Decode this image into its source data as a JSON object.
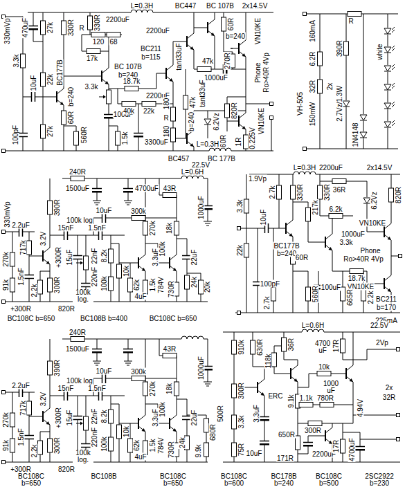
{
  "diagram": {
    "labels": [
      "330mVp",
      "3.3k",
      "470uF",
      "10uF",
      "27k",
      "22k",
      "27k",
      "100pF",
      "BC177B",
      "b=240",
      "330R",
      "60R",
      "560R",
      "330R",
      "2200uF",
      "R",
      "120",
      "68",
      "17k",
      "BC 107B",
      "b=240",
      "3.3k",
      "100uF",
      "1.5k",
      "3300uF",
      "L=0.3H",
      "2200uF",
      "BC447",
      "BC 107B",
      "2x14.5V",
      "tant33uF",
      "b=240",
      "60R",
      "47k",
      "270R",
      "VN10KE",
      "Phone",
      "Ro>40R 4Vp",
      "BC211",
      "b=115",
      "18.7k",
      "2200uF",
      "40k",
      "22k",
      "1000uF",
      "47k",
      "180",
      "R",
      "180",
      "tant33uF",
      "6.2Vz",
      "820R",
      "VN10KE",
      "b=240",
      "60R",
      "1R",
      "0.225V",
      "L=0.3H",
      "BC457",
      "BC 177B",
      "R",
      "160mA",
      "390R",
      "white",
      "6.2R",
      "32R",
      "2x",
      "2.7Vz/1.3W",
      "150mW",
      "1N4148",
      "VH-505",
      "240R",
      "1500uF",
      "4700uF",
      "L=0.6H",
      "22.5V",
      "43R",
      "1000uF",
      "330mVp",
      "2.2uF",
      "390R",
      "10uF",
      "300k",
      "100k log",
      "15nF",
      "1.5nF",
      "270k",
      "270k",
      "717k",
      "3.2V",
      "+300R",
      "15uF",
      "18k",
      "1.5nF",
      "2.2k",
      "22nF",
      "220nF",
      "8.2k",
      "10k",
      "100k",
      "100k log.",
      "3.3uF",
      "100k",
      "62k",
      "4uF",
      "1.5k",
      "24k",
      "22uF",
      "784V",
      "730R",
      "20k",
      "91k",
      "300R",
      "+300R",
      "820R",
      "BC108C b=650",
      "BC108B b=400",
      "BC108C b=650",
      "L=0.3H",
      "2200uF",
      "2x14.5V",
      "1.9Vp",
      "2.7k",
      "330R",
      "330R",
      "36R",
      "217k",
      "6.2Vz",
      "820R",
      "6.2k",
      "1000uF",
      "VN10KE",
      "3.3k",
      "10uF",
      "BC177B",
      "b=240",
      "Phone",
      "Ro>40R 4Vp",
      "3.3k",
      "18.7k",
      "22k",
      "60R",
      "100pF",
      "100uF",
      "VN10KE",
      "2.7k",
      "560R",
      "665R",
      "2.2k",
      "BC211",
      "b=170",
      "225mA",
      "240R",
      "1500uF",
      "10uF",
      "300k",
      "43R",
      "1000uF",
      "2.2uF",
      "390R",
      "100k log",
      "15nF",
      "1.5nF",
      "270k",
      "270k",
      "717k",
      "3.2V",
      "+300R",
      "15uF",
      "18k",
      "1.5nF",
      "2.2k",
      "22nF",
      "220nF",
      "8.2k",
      "10k",
      "100k",
      "100k log.",
      "3.3uF",
      "100k",
      "62k",
      "4uF",
      "1.5k",
      "24k",
      "22uF",
      "784V",
      "730R",
      "9.9k",
      "680R",
      "500R",
      "91k",
      "300R",
      "+300R",
      "820R",
      "BC108C",
      "b=650",
      "BC108B",
      "BC108C",
      "b=650",
      "22.5V",
      "910k",
      "630R",
      "36R",
      "L=0.6H",
      "4700 uF",
      "17R",
      "2Vp",
      "300R",
      "118k",
      "10k",
      "1000 uF",
      "9.1k",
      "ERC",
      "3.3uF",
      "2x",
      "32R",
      "1.1k",
      "780R",
      "4.94V",
      "3.3k",
      "300R",
      "650R",
      "2200uF",
      "171R",
      "17R",
      "4700uF",
      "10uF",
      "75R",
      "BC108C",
      "b=600",
      "BC178B",
      "b=240",
      "BC108C",
      "b=500",
      "2SC2922",
      "b=230"
    ]
  }
}
